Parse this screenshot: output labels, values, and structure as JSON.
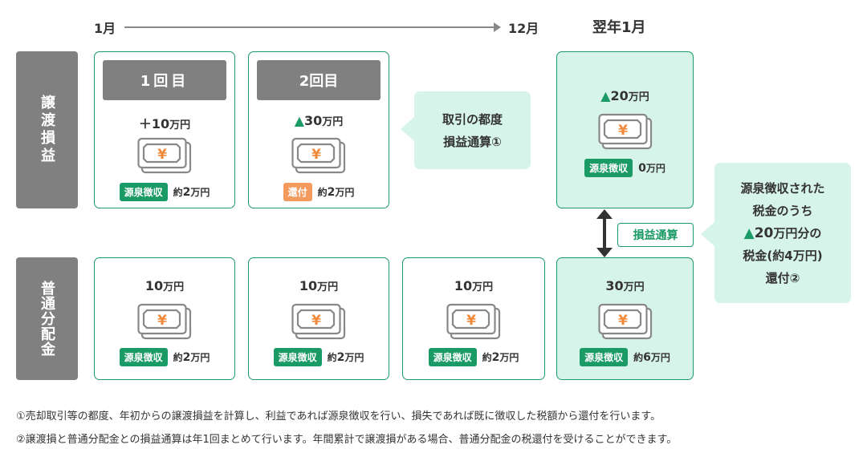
{
  "timeline": {
    "start": "1月",
    "end": "12月",
    "next_year": "翌年1月"
  },
  "rows": {
    "capital": "譲渡損益",
    "dividend": "普通分配金"
  },
  "capital_cards": [
    {
      "header": "1回目",
      "sign": "＋",
      "number": "10",
      "unit": "万円",
      "badge": "源泉徴収",
      "badge_color": "#1a9a65",
      "approx": "約",
      "value": "2",
      "value_unit": "万円"
    },
    {
      "header": "2回目",
      "sign": "▲",
      "number": "30",
      "unit": "万円",
      "badge": "還付",
      "badge_color": "#f49a5c",
      "approx": "約",
      "value": "2",
      "value_unit": "万円"
    },
    {
      "header": "",
      "sign": "▲",
      "number": "20",
      "unit": "万円",
      "badge": "源泉徴収",
      "badge_color": "#1a9a65",
      "approx": "",
      "value": "0",
      "value_unit": "万円"
    }
  ],
  "dividend_cards": [
    {
      "number": "10",
      "unit": "万円",
      "badge": "源泉徴収",
      "approx": "約",
      "value": "2",
      "value_unit": "万円"
    },
    {
      "number": "10",
      "unit": "万円",
      "badge": "源泉徴収",
      "approx": "約",
      "value": "2",
      "value_unit": "万円"
    },
    {
      "number": "10",
      "unit": "万円",
      "badge": "源泉徴収",
      "approx": "約",
      "value": "2",
      "value_unit": "万円"
    },
    {
      "number": "30",
      "unit": "万円",
      "badge": "源泉徴収",
      "approx": "約",
      "value": "6",
      "value_unit": "万円"
    }
  ],
  "bubble1": {
    "line1": "取引の都度",
    "line2": "損益通算①"
  },
  "offset_label": "損益通算",
  "bubble2": {
    "line1": "源泉徴収された",
    "line2": "税金のうち",
    "line3_sign": "▲",
    "line3_number": "20",
    "line3_unit": "万円分の",
    "line4": "税金(約4万円)",
    "line5": "還付②"
  },
  "notes": [
    "①売却取引等の都度、年初からの譲渡損益を計算し、利益であれば源泉徴収を行い、損失であれば既に徴収した税額から還付を行います。",
    "②譲渡損と普通分配金との損益通算は年1回まとめて行います。年間累計で譲渡損がある場合、普通分配金の税還付を受けることができます。"
  ],
  "colors": {
    "accent_green": "#1a9a65",
    "highlight_bg": "#d7f4ea",
    "refund_orange": "#f49a5c",
    "label_gray": "#808080"
  }
}
